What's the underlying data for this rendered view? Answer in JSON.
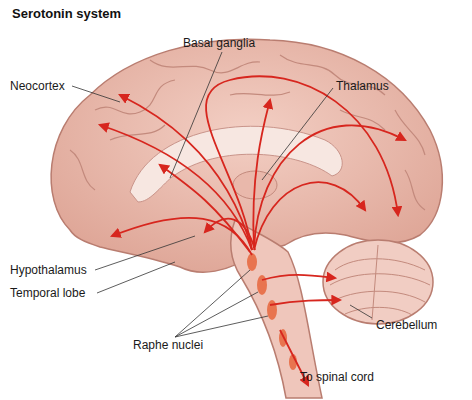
{
  "diagram": {
    "title": "Serotonin system",
    "labels": [
      "Basal ganglia",
      "Neocortex",
      "Thalamus",
      "Hypothalamus",
      "Temporal lobe",
      "Raphe nuclei",
      "Cerebellum",
      "To spinal cord"
    ]
  }
}
